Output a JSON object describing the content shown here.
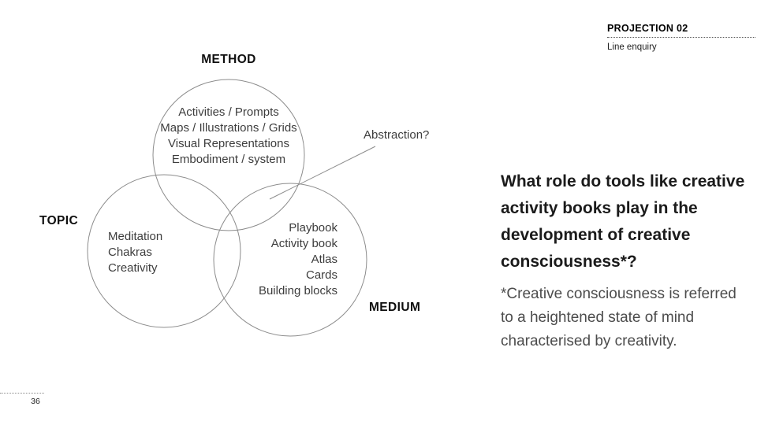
{
  "header": {
    "kicker": "PROJECTION 02",
    "subtitle": "Line enquiry"
  },
  "diagram": {
    "stroke_color": "#8c8c8c",
    "circles": [
      {
        "label": "METHOD",
        "items": [
          "Activities / Prompts",
          "Maps / Illustrations / Grids",
          "Visual Representations",
          "Embodiment / system"
        ]
      },
      {
        "label": "TOPIC",
        "items": [
          "Meditation",
          "Chakras",
          "Creativity"
        ]
      },
      {
        "label": "MEDIUM",
        "items": [
          "Playbook",
          "Activity book",
          "Atlas",
          "Cards",
          "Building blocks"
        ]
      }
    ],
    "annotation": "Abstraction?"
  },
  "question": {
    "lines": [
      "What role do tools like creative",
      "activity books play in the",
      "development of creative",
      "consciousness*?"
    ]
  },
  "footnote": {
    "lines": [
      "*Creative consciousness is referred",
      "to a heightened state of mind",
      "characterised by creativity."
    ]
  },
  "footer": {
    "page_number": "36"
  }
}
